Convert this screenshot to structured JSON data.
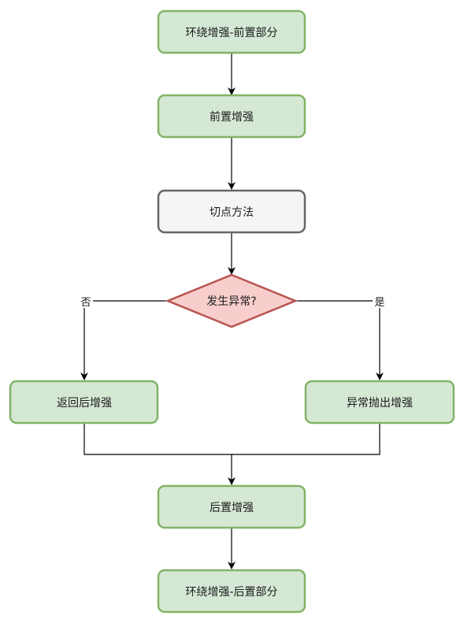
{
  "diagram": {
    "nodes": {
      "around_before": {
        "label": "环绕增强-前置部分",
        "fill": "#d5e8d4",
        "stroke": "#82b366"
      },
      "before": {
        "label": "前置增强",
        "fill": "#d5e8d4",
        "stroke": "#82b366"
      },
      "pointcut": {
        "label": "切点方法",
        "fill": "#f5f5f5",
        "stroke": "#666666"
      },
      "decision": {
        "label": "发生异常?",
        "fill": "#f8cecc",
        "stroke": "#b85450"
      },
      "after_returning": {
        "label": "返回后增强",
        "fill": "#d5e8d4",
        "stroke": "#82b366"
      },
      "after_throwing": {
        "label": "异常抛出增强",
        "fill": "#d5e8d4",
        "stroke": "#82b366"
      },
      "after": {
        "label": "后置增强",
        "fill": "#d5e8d4",
        "stroke": "#82b366"
      },
      "around_after": {
        "label": "环绕增强-后置部分",
        "fill": "#d5e8d4",
        "stroke": "#82b366"
      }
    },
    "edges": {
      "no_label": "否",
      "yes_label": "是"
    }
  }
}
